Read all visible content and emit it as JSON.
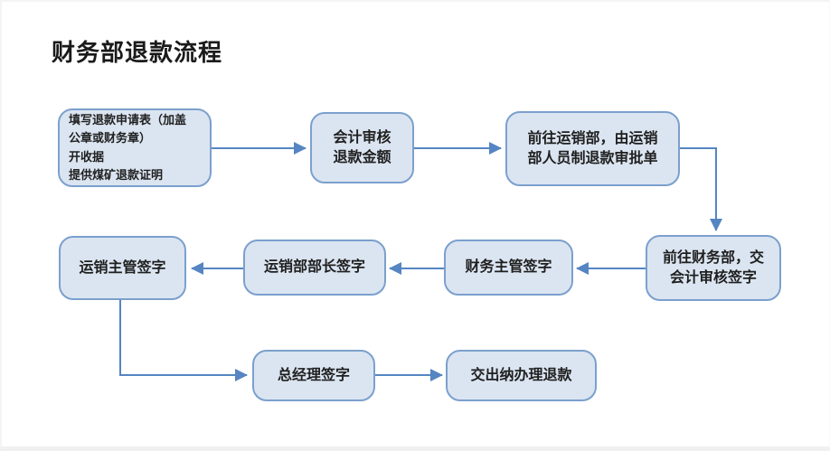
{
  "title": "财务部退款流程",
  "colors": {
    "node_fill": "#dbe5f1",
    "node_border": "#7ba0cd",
    "arrow": "#5585c2",
    "text": "#1f1f1f"
  },
  "nodes": [
    {
      "id": "fill-application",
      "label": "填写退款申请表（加盖\n公章或财务章）\n开收据\n提供煤矿退款证明"
    },
    {
      "id": "accountant-review",
      "label": "会计审核\n退款金额"
    },
    {
      "id": "goto-sales-dept",
      "label": "前往运销部，由运销\n部人员制退款审批单"
    },
    {
      "id": "goto-finance-dept",
      "label": "前往财务部，交\n会计审核签字"
    },
    {
      "id": "finance-supervisor",
      "label": "财务主管签字"
    },
    {
      "id": "sales-dept-head",
      "label": "运销部部长签字"
    },
    {
      "id": "sales-supervisor",
      "label": "运销主管签字"
    },
    {
      "id": "general-manager",
      "label": "总经理签字"
    },
    {
      "id": "cashier-refund",
      "label": "交出纳办理退款"
    }
  ],
  "edges": [
    {
      "from": "fill-application",
      "to": "accountant-review"
    },
    {
      "from": "accountant-review",
      "to": "goto-sales-dept"
    },
    {
      "from": "goto-sales-dept",
      "to": "goto-finance-dept"
    },
    {
      "from": "goto-finance-dept",
      "to": "finance-supervisor"
    },
    {
      "from": "finance-supervisor",
      "to": "sales-dept-head"
    },
    {
      "from": "sales-dept-head",
      "to": "sales-supervisor"
    },
    {
      "from": "sales-supervisor",
      "to": "general-manager"
    },
    {
      "from": "general-manager",
      "to": "cashier-refund"
    }
  ]
}
